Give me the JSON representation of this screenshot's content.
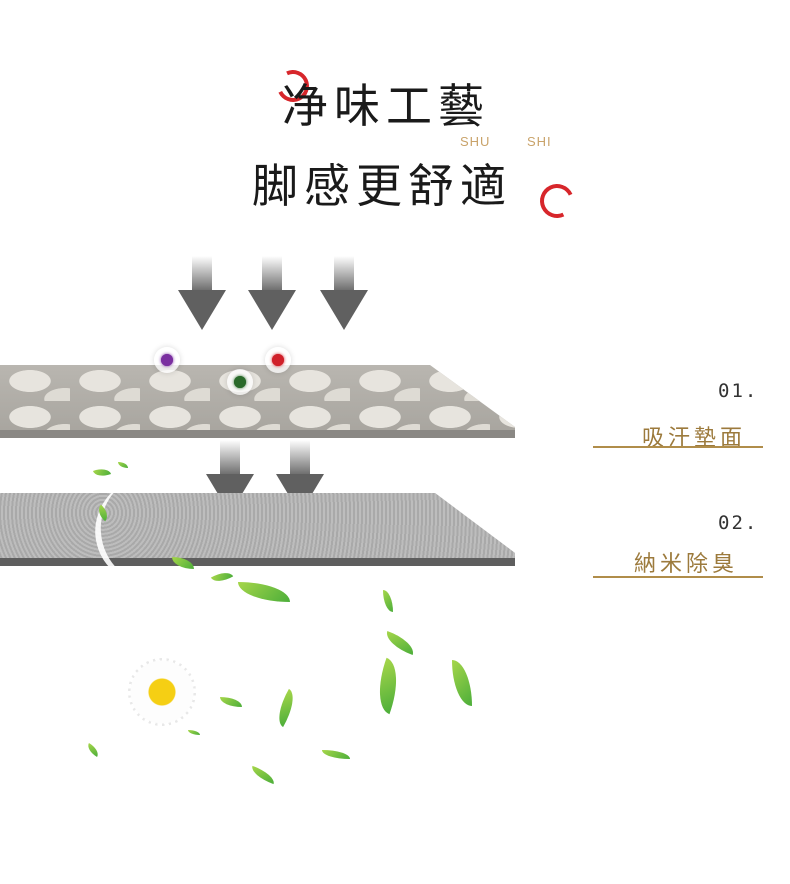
{
  "header": {
    "title_line1": "净味工藝",
    "title_line2": "脚感更舒適",
    "pinyin": [
      "SHU",
      "SHI"
    ],
    "accent_color": "#d7262b",
    "pinyin_color": "#c9a36a"
  },
  "features": [
    {
      "number": "01.",
      "label": "吸汗墊面"
    },
    {
      "number": "02.",
      "label": "納米除臭"
    }
  ],
  "colors": {
    "feature_label": "#9c7a3c",
    "feature_line": "#b08d4a",
    "arrow": "#606060"
  },
  "illustration": {
    "top_layer": "hexagonal-quilted-pad",
    "bottom_layer": "textured-foam-layer",
    "germs": [
      "purple-germ",
      "red-germ",
      "green-germ"
    ],
    "decorations": [
      "green-leaves",
      "daisy-flower"
    ]
  }
}
